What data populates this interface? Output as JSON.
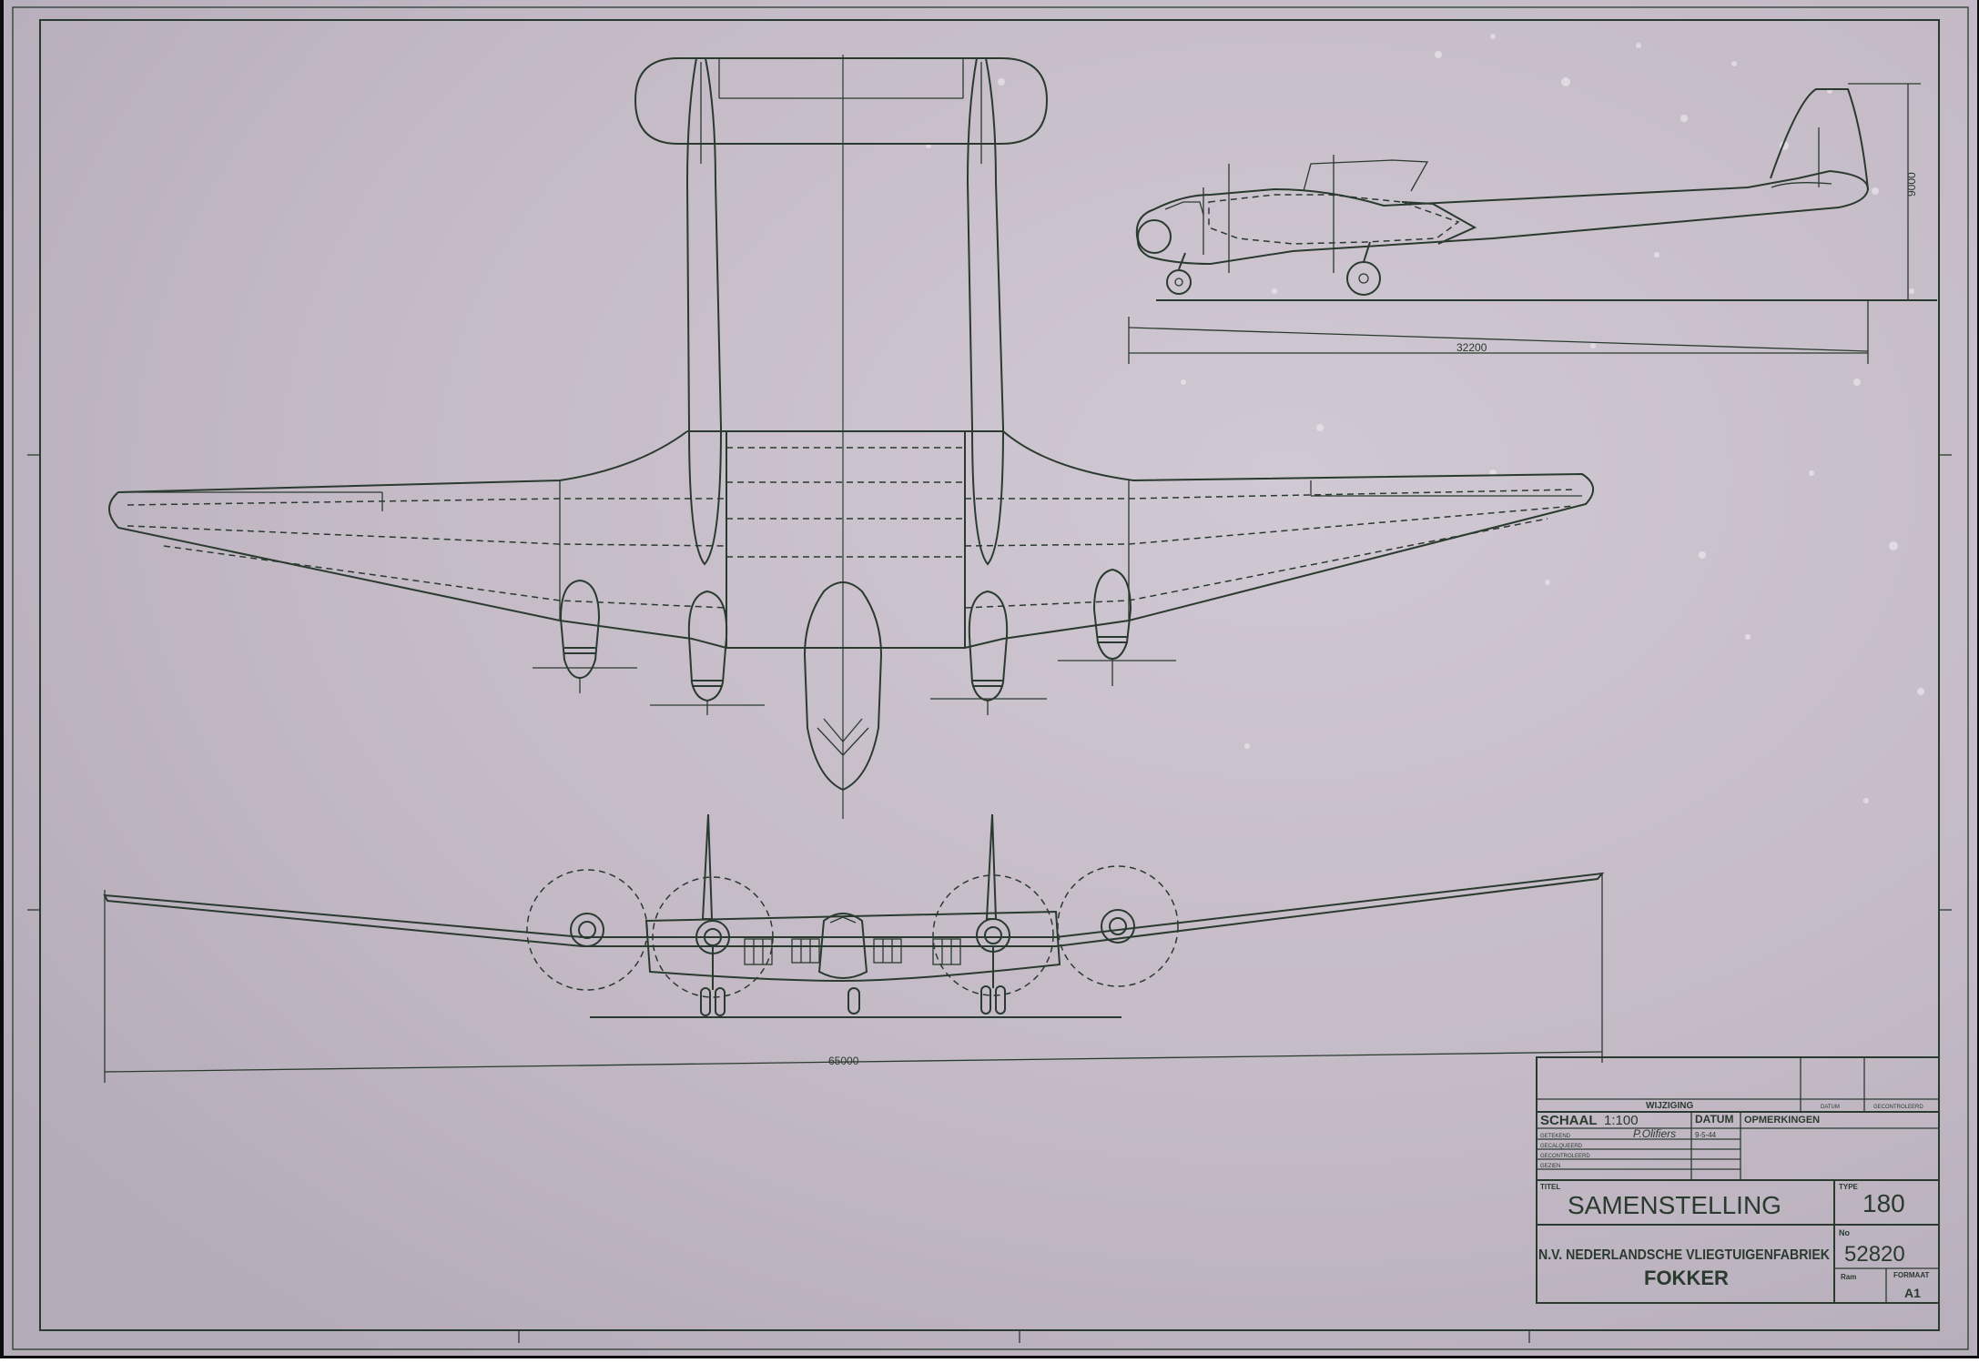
{
  "drawing": {
    "dimensions": {
      "side_length": "32200",
      "side_height": "9000",
      "span": "65000"
    }
  },
  "title_block": {
    "wijziging": "WIJZIGING",
    "datum_col": "DATUM",
    "gecontroleerd_col": "GECONTROLEERD",
    "schaal_label": "SCHAAL",
    "schaal_value": "1:100",
    "datum_label": "DATUM",
    "opmerkingen_label": "OPMERKINGEN",
    "rows": [
      {
        "label": "GETEKEND",
        "value": "P.Olifiers",
        "date": "9-5-44"
      },
      {
        "label": "GECALQUEERD",
        "value": "",
        "date": ""
      },
      {
        "label": "GECONTROLEERD",
        "value": "",
        "date": ""
      },
      {
        "label": "GEZIEN",
        "value": "",
        "date": ""
      }
    ],
    "titel_label": "TITEL",
    "titel": "SAMENSTELLING",
    "type_label": "TYPE",
    "type_value": "180",
    "company_line1": "N.V. NEDERLANDSCHE VLIEGTUIGENFABRIEK",
    "company_line2": "FOKKER",
    "no_label": "No",
    "no_value": "52820",
    "ram_label": "Ram",
    "formaat_label": "FORMAAT",
    "formaat_value": "A1"
  },
  "colors": {
    "paper": "#c4bbc6",
    "ink": "#2a3a2e"
  }
}
